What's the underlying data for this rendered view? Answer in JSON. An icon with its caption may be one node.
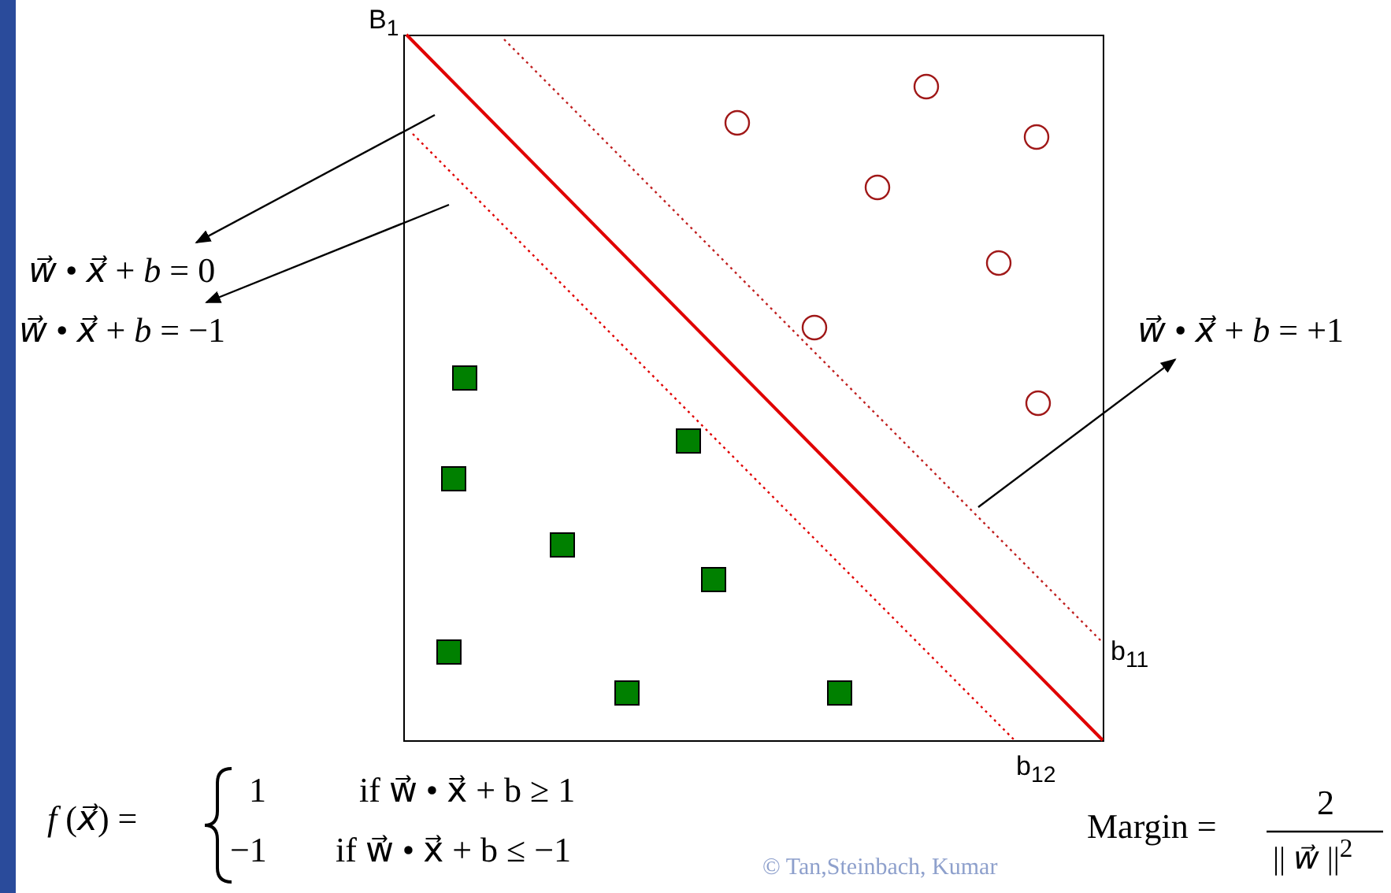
{
  "diagram": {
    "nodes": [
      {
        "text": [
          "*w⃗* • *x⃗* + *b* = 0"
        ]
      },
      {
        "text": [
          "*w⃗* • *x⃗* + *b* = −1"
        ]
      },
      {
        "text": [
          "*w⃗* • *x⃗* + *b* = +1"
        ]
      }
    ],
    "edges": [
      {
        "from": null,
        "to": 0,
        "arrow": "to"
      },
      {
        "from": null,
        "to": 1,
        "arrow": "to"
      },
      {
        "from": null,
        "to": 2,
        "arrow": "to"
      }
    ],
    "labels": [
      "B$_{1}$",
      "b$_{11}$",
      "b$_{12}$",
      "*f* (*x⃗*) =",
      "1",
      "if  w⃗ • x⃗ + b ≥ 1",
      "−1",
      "if  w⃗ • x⃗ + b ≤ −1",
      "© Tan,Steinbach, Kumar",
      "Margin =",
      "2",
      "|| *w⃗* ||$^{2}$"
    ]
  }
}
